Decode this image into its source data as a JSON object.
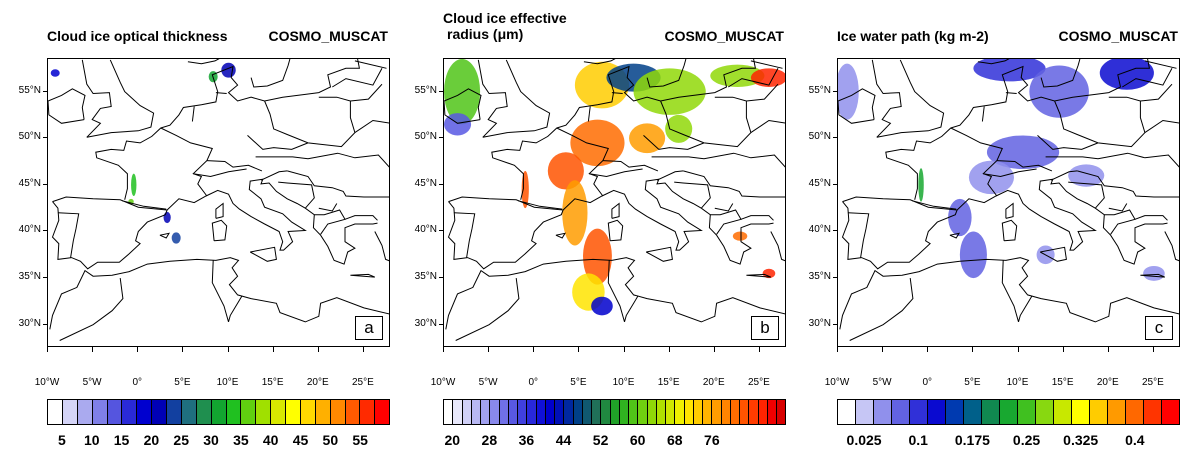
{
  "panels": [
    {
      "title_lines": [
        "Cloud ice optical thickness",
        ""
      ],
      "model": "COSMO_MUSCAT",
      "label": "a",
      "colorbar": {
        "colors": [
          "#ffffff",
          "#d4d4f7",
          "#aaaaef",
          "#7f7fe7",
          "#5555df",
          "#2a2ad7",
          "#0000cf",
          "#0000b5",
          "#1240a0",
          "#1f6f7f",
          "#1f8f4f",
          "#12a530",
          "#20c020",
          "#60d010",
          "#a0e000",
          "#d8e800",
          "#ffff00",
          "#ffd800",
          "#ffb000",
          "#ff8800",
          "#ff5a00",
          "#ff2a00",
          "#ff0000"
        ],
        "labels": [
          "5",
          "10",
          "15",
          "20",
          "25",
          "30",
          "35",
          "40",
          "45",
          "50",
          "55"
        ]
      }
    },
    {
      "title_lines": [
        "Cloud ice effective",
        "radius (μm)"
      ],
      "model": "COSMO_MUSCAT",
      "label": "b",
      "colorbar": {
        "colors": [
          "#ffffff",
          "#e8e8fb",
          "#d0d0f7",
          "#b8b8f3",
          "#a0a0ef",
          "#8888eb",
          "#7070e7",
          "#5858e3",
          "#4040df",
          "#2828db",
          "#1010d7",
          "#0000cc",
          "#0010b8",
          "#0028a0",
          "#004088",
          "#105870",
          "#207058",
          "#208840",
          "#20a028",
          "#30b420",
          "#50c418",
          "#70d010",
          "#90d808",
          "#b0e000",
          "#d0e800",
          "#f0f000",
          "#ffe400",
          "#ffcc00",
          "#ffb400",
          "#ff9c00",
          "#ff8400",
          "#ff6c00",
          "#ff5400",
          "#ff3c00",
          "#ff2400",
          "#f00000",
          "#d80000"
        ],
        "labels": [
          "20",
          "28",
          "36",
          "44",
          "52",
          "60",
          "68",
          "76"
        ]
      }
    },
    {
      "title_lines": [
        "Ice water path (kg m-2)",
        ""
      ],
      "model": "COSMO_MUSCAT",
      "label": "c",
      "colorbar": {
        "colors": [
          "#ffffff",
          "#c6c6f5",
          "#9090ec",
          "#6262e2",
          "#3030d8",
          "#0a0ad0",
          "#003ab0",
          "#00608a",
          "#108850",
          "#18a830",
          "#40c020",
          "#88d810",
          "#c8e800",
          "#ffff00",
          "#ffcc00",
          "#ff9a00",
          "#ff6800",
          "#ff3400",
          "#ff0000"
        ],
        "labels": [
          "0.025",
          "0.1",
          "0.175",
          "0.25",
          "0.325",
          "0.4"
        ]
      }
    }
  ],
  "axes": {
    "lat_labels": [
      "55°N",
      "50°N",
      "45°N",
      "40°N",
      "35°N",
      "30°N"
    ],
    "lat_values": [
      55,
      50,
      45,
      40,
      35,
      30
    ],
    "lon_labels": [
      "10°W",
      "5°W",
      "0°",
      "5°E",
      "10°E",
      "15°E",
      "20°E",
      "25°E"
    ],
    "lon_values": [
      -10,
      -5,
      0,
      5,
      10,
      15,
      20,
      25
    ],
    "lon_range": [
      -10,
      28
    ],
    "lat_range": [
      27.5,
      58.5
    ]
  }
}
